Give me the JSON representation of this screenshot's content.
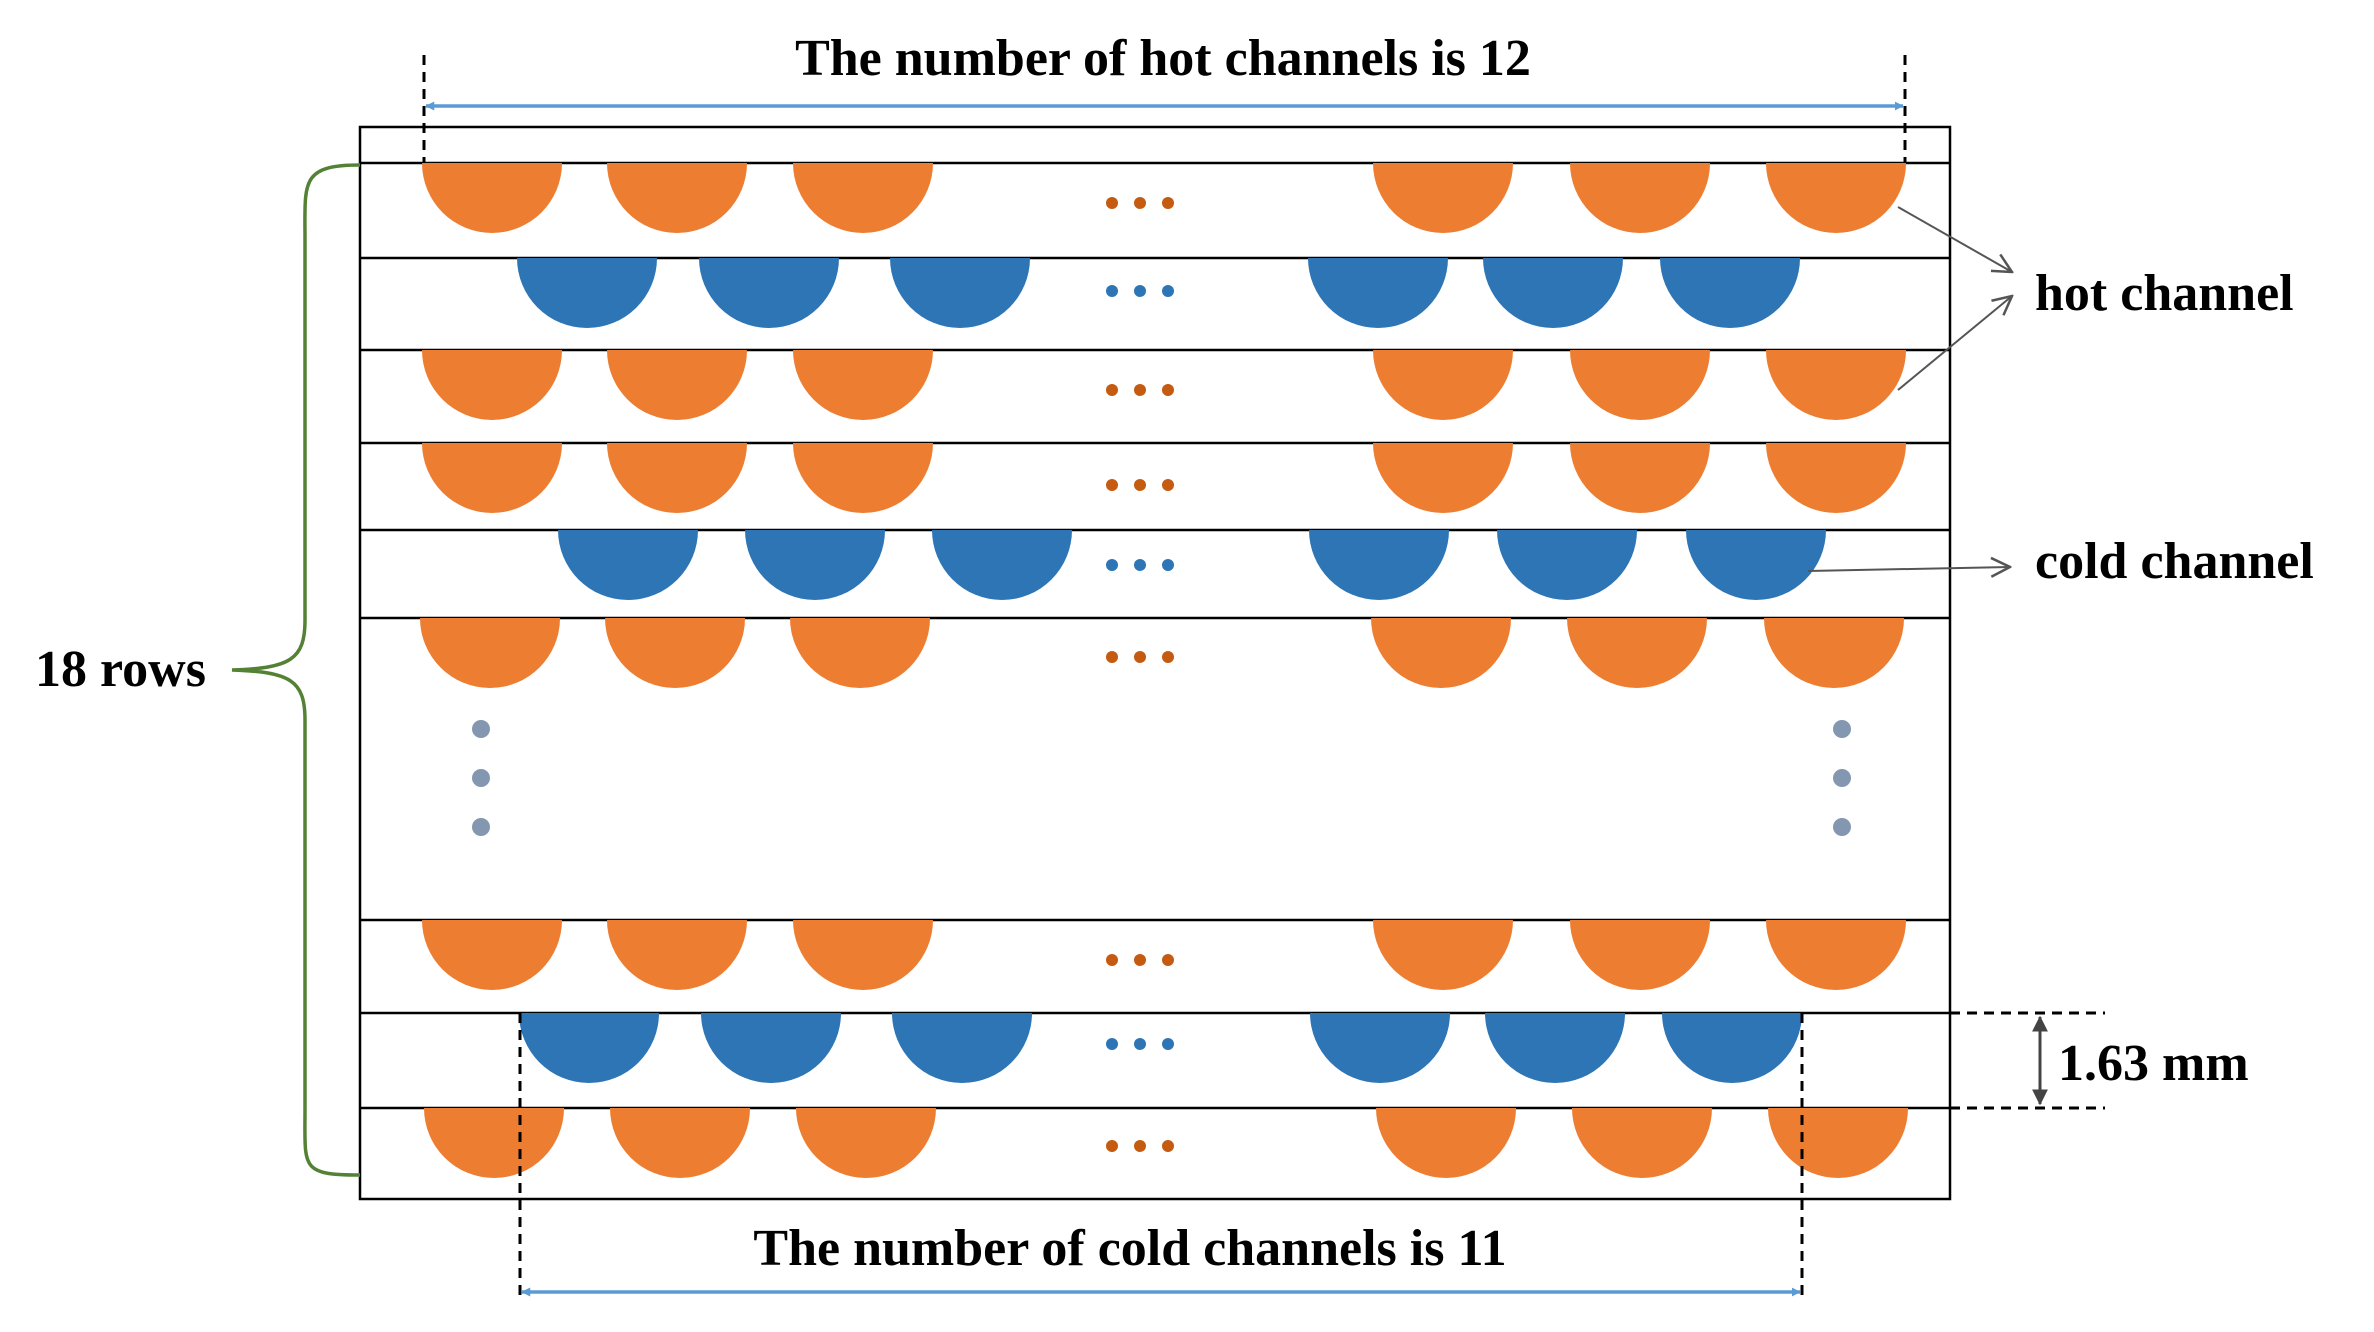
{
  "texts": {
    "hot_count": "The number of hot channels is 12",
    "cold_count": "The number of cold channels is 11",
    "hot_channel": "hot channel",
    "cold_channel": "cold channel",
    "rows": "18 rows",
    "pitch": "1.63 mm"
  },
  "colors": {
    "hot": "#ED7D31",
    "cold": "#2E75B6",
    "dots_vertical": "#8497B0",
    "dimension_arrow": "#5B9BD5",
    "brace": "#548235",
    "outline": "#000000"
  }
}
